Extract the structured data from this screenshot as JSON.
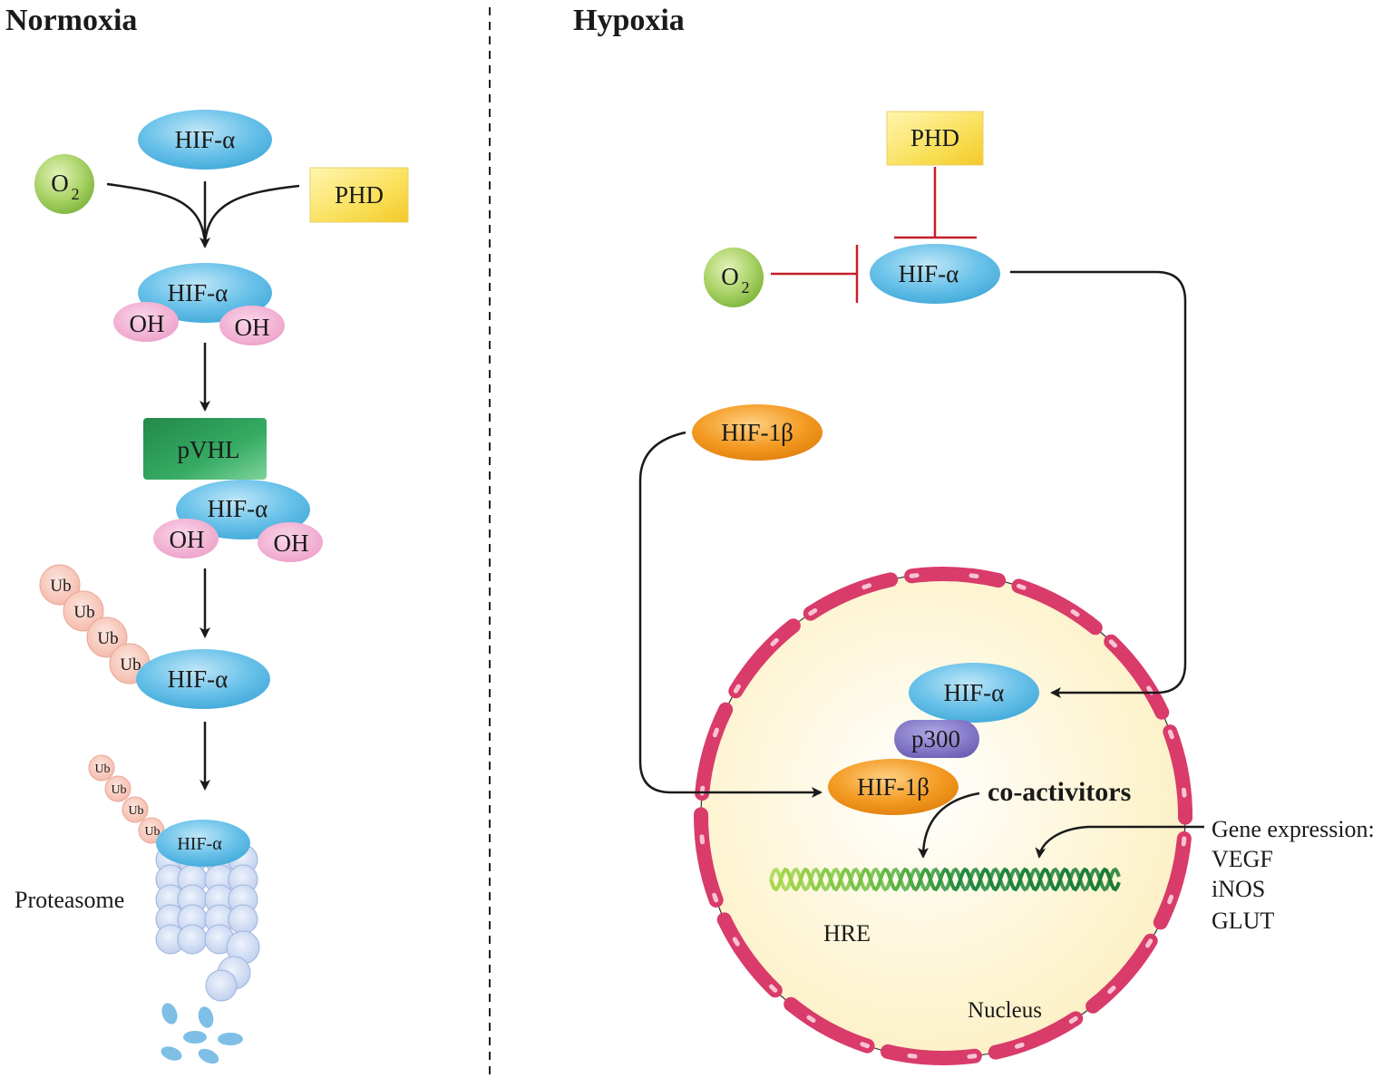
{
  "headings": {
    "normoxia": "Normoxia",
    "hypoxia": "Hypoxia"
  },
  "labels": {
    "hif_alpha": "HIF-α",
    "hif_1beta": "HIF-1β",
    "o2_main": "O",
    "o2_sub": "2",
    "phd": "PHD",
    "oh": "OH",
    "pvhl": "pVHL",
    "ub": "Ub",
    "proteasome": "Proteasome",
    "p300": "p300",
    "coactivators": "co-activitors",
    "hre": "HRE",
    "nucleus": "Nucleus",
    "gene_expression": {
      "title": "Gene expression:",
      "genes": [
        "VEGF",
        "iNOS",
        "GLUT"
      ]
    }
  },
  "colors": {
    "hif_alpha": "#5fbde6",
    "o2": "#9dcb5a",
    "phd": "#f7e14a",
    "oh": "#f0a6cc",
    "pvhl": "#2fa35d",
    "ub": "#f6c2b4",
    "proteasome": "#c9d7f0",
    "hif_1beta": "#f29a1e",
    "p300": "#7a6fc0",
    "inhibition": "#c4202a",
    "nucleus_fill": "#fdf3cf",
    "nucleus_membrane": "#d93b6a",
    "hre_light": "#9bd14b",
    "hre_dark": "#1f8a3e"
  }
}
